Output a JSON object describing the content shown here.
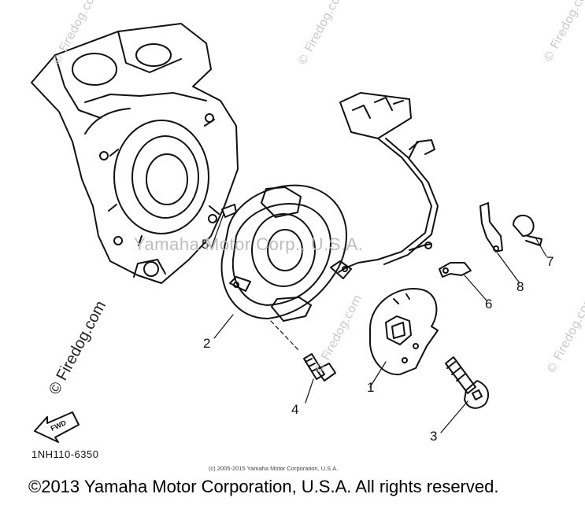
{
  "diagram": {
    "part_code": "1NH110-6350",
    "small_copyright": "(c) 2005-2015 Yamaha Motor Corporation, U.S.A.",
    "copyright": "©2013 Yamaha Motor Corporation, U.S.A. All rights reserved.",
    "side_watermark": "© Firedog.com",
    "center_watermark": "Yamaha Motor Corp., U.S.A.",
    "watermark": "© Firedog.com",
    "fwd_label": "FWD",
    "callouts": [
      "1",
      "2",
      "3",
      "4",
      "5",
      "6",
      "7",
      "8"
    ]
  }
}
